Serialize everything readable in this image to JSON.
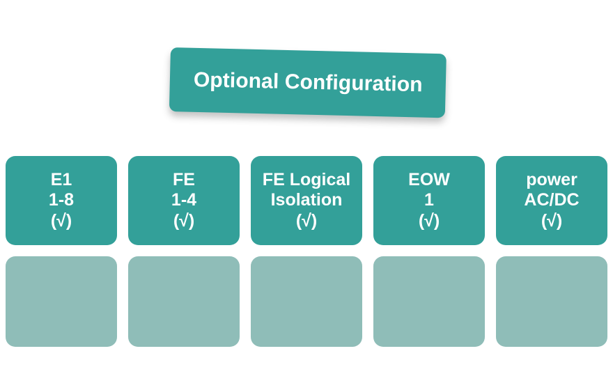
{
  "page": {
    "background_color": "#ffffff",
    "accent_color": "#33A099",
    "secondary_color": "#8FBDB8",
    "text_color": "#ffffff"
  },
  "header": {
    "title": "Optional Configuration"
  },
  "cards": [
    {
      "name": "e1",
      "line1": "E1",
      "line2": "1-8",
      "line3": "(√)"
    },
    {
      "name": "fe",
      "line1": "FE",
      "line2": "1-4",
      "line3": "(√)"
    },
    {
      "name": "fe-logical-isolation",
      "line1": "FE Logical",
      "line2": "Isolation",
      "line3": "(√)"
    },
    {
      "name": "eow",
      "line1": "EOW",
      "line2": "1",
      "line3": "(√)"
    },
    {
      "name": "power",
      "line1": "power",
      "line2": "AC/DC",
      "line3": "(√)"
    }
  ],
  "placeholders": [
    {
      "name": "placeholder-1",
      "label": ""
    },
    {
      "name": "placeholder-2",
      "label": ""
    },
    {
      "name": "placeholder-3",
      "label": ""
    },
    {
      "name": "placeholder-4",
      "label": ""
    },
    {
      "name": "placeholder-5",
      "label": ""
    }
  ]
}
